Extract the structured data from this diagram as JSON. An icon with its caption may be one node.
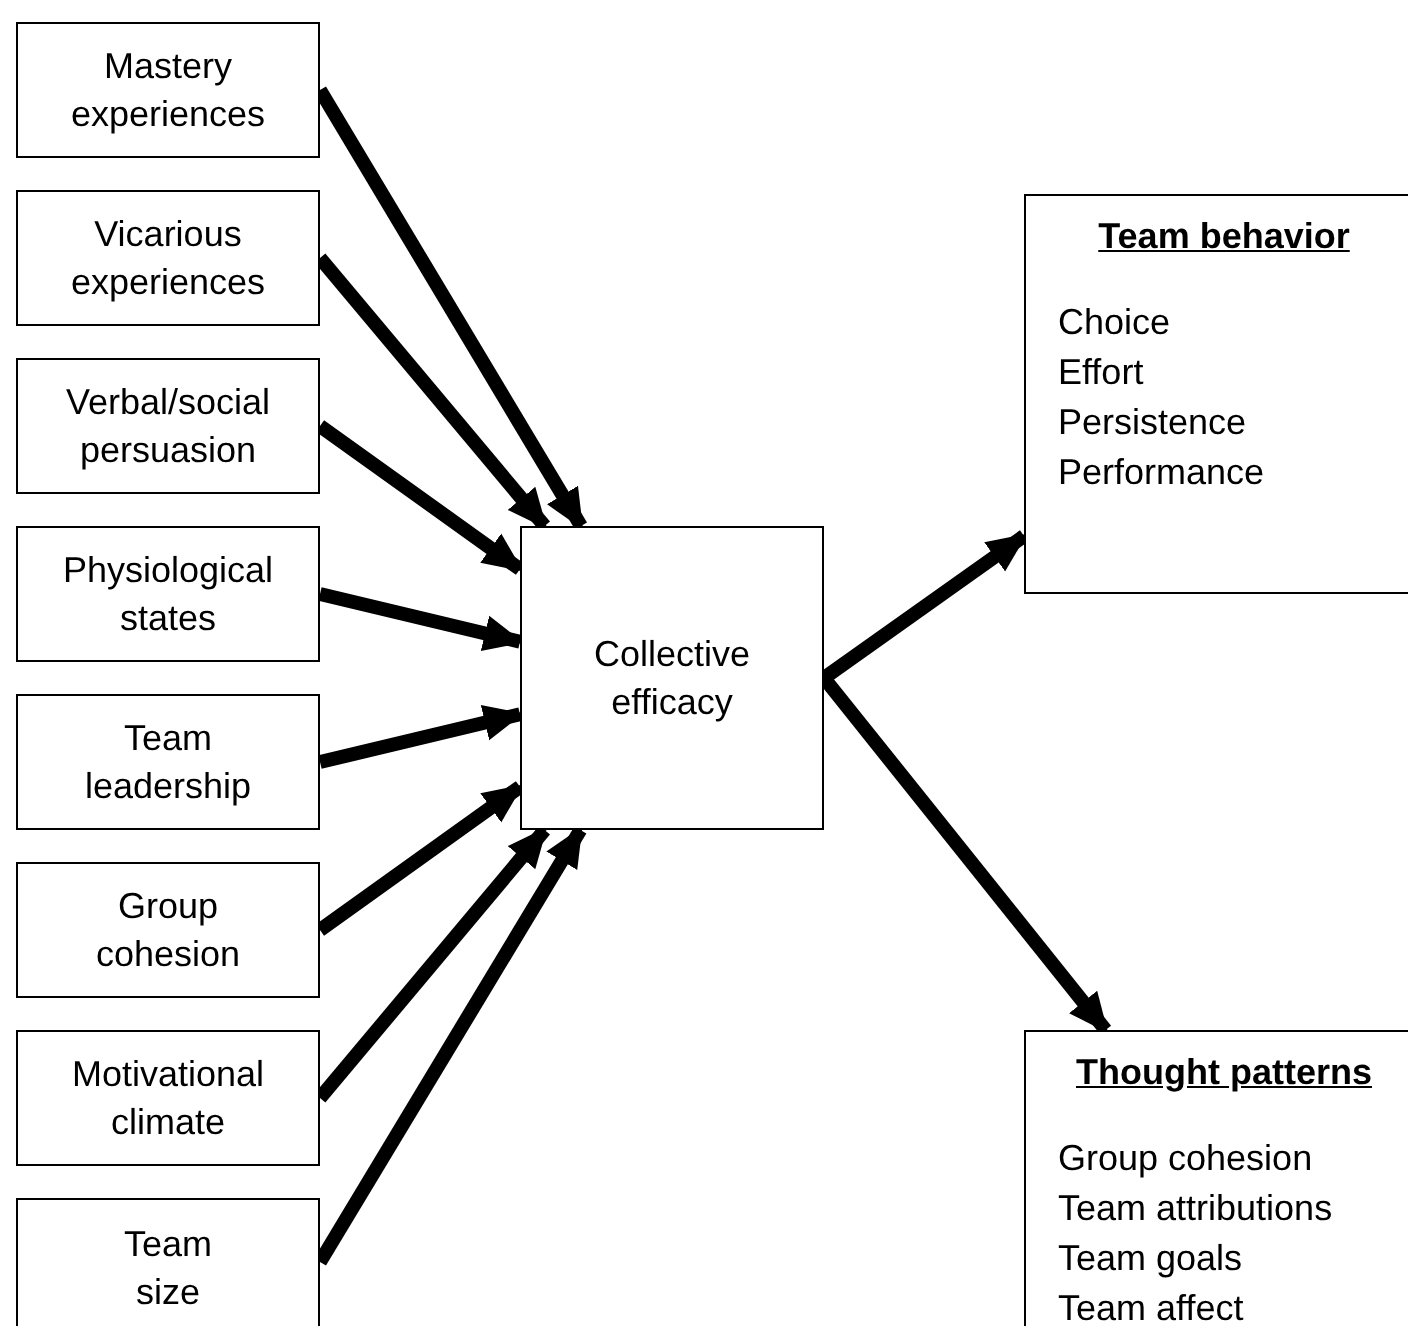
{
  "diagram": {
    "nodes": [
      {
        "text": [
          "Mastery experiences"
        ]
      },
      {
        "text": [
          "Vicarious experiences"
        ]
      },
      {
        "text": [
          "Verbal/social persuasion"
        ]
      },
      {
        "text": [
          "Physiological states"
        ]
      },
      {
        "text": [
          "Team leadership"
        ]
      },
      {
        "text": [
          "Group cohesion"
        ]
      },
      {
        "text": [
          "Motivational climate"
        ]
      },
      {
        "text": [
          "Team size"
        ]
      },
      {
        "text": [
          "Collective efficacy"
        ]
      },
      {
        "text": [
          "Team behavior",
          "Choice",
          "Effort",
          "Persistence",
          "Performance"
        ]
      },
      {
        "text": [
          "Thought patterns",
          "Group cohesion",
          "Team attributions",
          "Team goals",
          "Team affect"
        ]
      }
    ],
    "edges": [
      {
        "from": 0,
        "to": 8,
        "arrow": "to"
      },
      {
        "from": 1,
        "to": 8,
        "arrow": "to"
      },
      {
        "from": 2,
        "to": 8,
        "arrow": "to"
      },
      {
        "from": 3,
        "to": 8,
        "arrow": "to"
      },
      {
        "from": 4,
        "to": 8,
        "arrow": "to"
      },
      {
        "from": 5,
        "to": 8,
        "arrow": "to"
      },
      {
        "from": 6,
        "to": 8,
        "arrow": "to"
      },
      {
        "from": 7,
        "to": 8,
        "arrow": "to"
      },
      {
        "from": 8,
        "to": 9,
        "arrow": "to"
      },
      {
        "from": 8,
        "to": 10,
        "arrow": "to"
      }
    ]
  }
}
